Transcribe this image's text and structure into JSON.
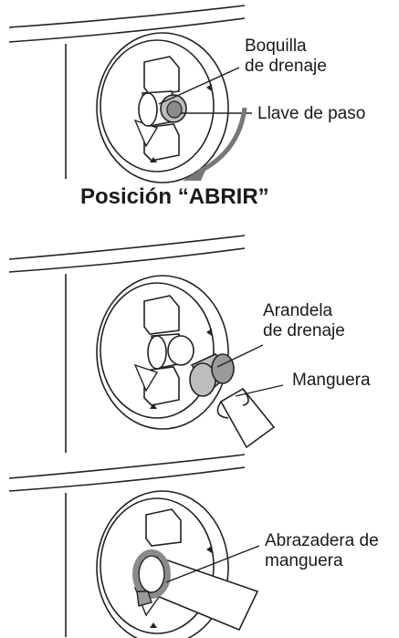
{
  "panel1": {
    "labels": {
      "nozzle": "Boquilla",
      "nozzle_line2": "de drenaje",
      "valve": "Llave de paso"
    },
    "caption": "Posición “ABRIR”"
  },
  "panel2": {
    "labels": {
      "washer": "Arandela",
      "washer_line2": "de drenaje",
      "hose": "Manguera"
    }
  },
  "panel3": {
    "labels": {
      "clamp": "Abrazadera de",
      "clamp_line2": "manguera"
    }
  },
  "colors": {
    "line": "#222222",
    "arrow": "#777777",
    "fitting_fill": "#bdbdbd",
    "background": "#ffffff"
  }
}
